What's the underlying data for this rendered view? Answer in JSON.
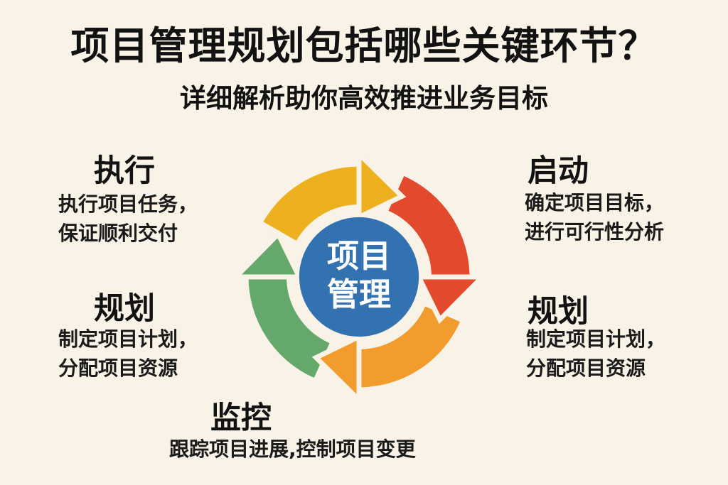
{
  "title": "项目管理规划包括哪些关键环节？",
  "subtitle": "详细解析助你高效推进业务目标",
  "diagram": {
    "center_line1": "项目",
    "center_line2": "管理"
  },
  "sections": [
    {
      "heading": "执行",
      "line1": "执行项目任务，",
      "line2": "保证顺利交付"
    },
    {
      "heading": "启动",
      "line1": "确定项目目标，",
      "line2": "进行可行性分析"
    },
    {
      "heading": "规划",
      "line1": "制定项目计划，",
      "line2": "分配项目资源"
    },
    {
      "heading": "规划",
      "line1": "制定项目计划，",
      "line2": "分配项目资源"
    },
    {
      "heading": "监控",
      "line1": "跟踪项目进展,控制项目变更",
      "line2": ""
    }
  ],
  "colors": {
    "background": "#F8F3E6",
    "yellow": "#EDB11F",
    "red": "#E2492D",
    "orange": "#F39C2E",
    "green": "#65A86B",
    "blue": "#3372B0",
    "text": "#121212",
    "center_text": "#FFFFFF"
  }
}
